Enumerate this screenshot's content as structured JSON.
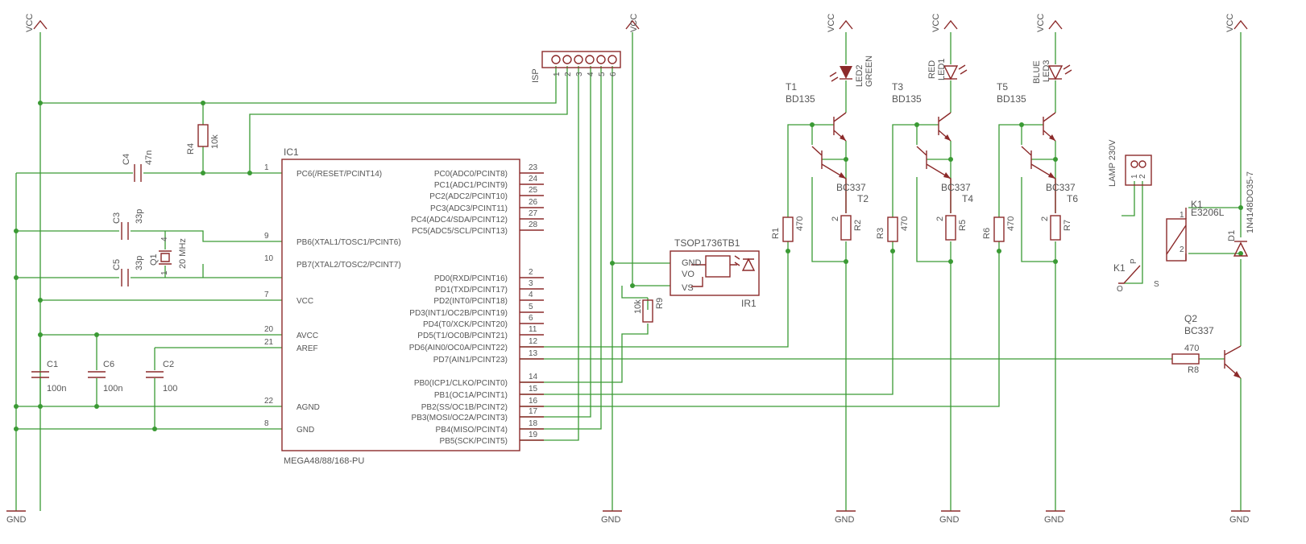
{
  "rails": {
    "vcc": "VCC",
    "gnd": "GND"
  },
  "ic1": {
    "name": "IC1",
    "value": "MEGA48/88/168-PU",
    "left_pins": [
      {
        "num": "1",
        "label": "PC6(/RESET/PCINT14)"
      },
      {
        "num": "9",
        "label": "PB6(XTAL1/TOSC1/PCINT6)"
      },
      {
        "num": "10",
        "label": "PB7(XTAL2/TOSC2/PCINT7)"
      },
      {
        "num": "7",
        "label": "VCC"
      },
      {
        "num": "20",
        "label": "AVCC"
      },
      {
        "num": "21",
        "label": "AREF"
      },
      {
        "num": "22",
        "label": "AGND"
      },
      {
        "num": "8",
        "label": "GND"
      }
    ],
    "right_pins": [
      {
        "num": "23",
        "label": "PC0(ADC0/PCINT8)"
      },
      {
        "num": "24",
        "label": "PC1(ADC1/PCINT9)"
      },
      {
        "num": "25",
        "label": "PC2(ADC2/PCINT10)"
      },
      {
        "num": "26",
        "label": "PC3(ADC3/PCINT11)"
      },
      {
        "num": "27",
        "label": "PC4(ADC4/SDA/PCINT12)"
      },
      {
        "num": "28",
        "label": "PC5(ADC5/SCL/PCINT13)"
      },
      {
        "num": "2",
        "label": "PD0(RXD/PCINT16)"
      },
      {
        "num": "3",
        "label": "PD1(TXD/PCINT17)"
      },
      {
        "num": "4",
        "label": "PD2(INT0/PCINT18)"
      },
      {
        "num": "5",
        "label": "PD3(INT1/OC2B/PCINT19)"
      },
      {
        "num": "6",
        "label": "PD4(T0/XCK/PCINT20)"
      },
      {
        "num": "11",
        "label": "PD5(T1/OC0B/PCINT21)"
      },
      {
        "num": "12",
        "label": "PD6(AIN0/OC0A/PCINT22)"
      },
      {
        "num": "13",
        "label": "PD7(AIN1/PCINT23)"
      },
      {
        "num": "14",
        "label": "PB0(ICP1/CLKO/PCINT0)"
      },
      {
        "num": "15",
        "label": "PB1(OC1A/PCINT1)"
      },
      {
        "num": "16",
        "label": "PB2(SS/OC1B/PCINT2)"
      },
      {
        "num": "17",
        "label": "PB3(MOSI/OC2A/PCINT3)"
      },
      {
        "num": "18",
        "label": "PB4(MISO/PCINT4)"
      },
      {
        "num": "19",
        "label": "PB5(SCK/PCINT5)"
      }
    ]
  },
  "isp": {
    "name": "ISP",
    "pins": [
      "1",
      "2",
      "3",
      "4",
      "5",
      "6"
    ]
  },
  "ir1": {
    "name": "IR1",
    "value": "TSOP1736TB1",
    "pins": [
      "GND",
      "VO",
      "VS"
    ]
  },
  "caps": {
    "c4": {
      "name": "C4",
      "value": "47n"
    },
    "c3": {
      "name": "C3",
      "value": "33p"
    },
    "c5": {
      "name": "C5",
      "value": "33p"
    },
    "c1": {
      "name": "C1",
      "value": "100n"
    },
    "c6": {
      "name": "C6",
      "value": "100n"
    },
    "c2": {
      "name": "C2",
      "value": "100"
    }
  },
  "crystal": {
    "name": "Q1",
    "value": "20 MHz",
    "pin_top": "4",
    "pin_bot": "1"
  },
  "resistors": {
    "r4": {
      "name": "R4",
      "value": "10k"
    },
    "r9": {
      "name": "R9",
      "value": "10k"
    },
    "r1": {
      "name": "R1",
      "value": "470"
    },
    "r2": {
      "name": "R2",
      "value": "2"
    },
    "r3": {
      "name": "R3",
      "value": "470"
    },
    "r5": {
      "name": "R5",
      "value": "2"
    },
    "r6": {
      "name": "R6",
      "value": "470"
    },
    "r7": {
      "name": "R7",
      "value": "2"
    },
    "r8": {
      "name": "R8",
      "value": "470"
    }
  },
  "leds": {
    "led2": {
      "name": "LED2",
      "color": "GREEN"
    },
    "led1": {
      "name": "LED1",
      "color": "RED"
    },
    "led3": {
      "name": "LED3",
      "color": "BLUE"
    }
  },
  "transistors": {
    "t1": {
      "name": "T1",
      "value": "BD135"
    },
    "t3": {
      "name": "T3",
      "value": "BD135"
    },
    "t5": {
      "name": "T5",
      "value": "BD135"
    },
    "t2": {
      "name": "T2",
      "value": "BC337"
    },
    "t4": {
      "name": "T4",
      "value": "BC337"
    },
    "t6": {
      "name": "T6",
      "value": "BC337"
    },
    "q2": {
      "name": "Q2",
      "value": "BC337"
    }
  },
  "lamp": {
    "name": "LAMP 230V",
    "pin1": "1",
    "pin2": "2"
  },
  "relay": {
    "name": "K1",
    "value": "E3206L",
    "coil_pin1": "1",
    "coil_pin2": "2",
    "contact_o": "O",
    "contact_p": "P",
    "contact_s": "S"
  },
  "diode": {
    "name": "D1",
    "value": "1N4148DO35-7"
  }
}
